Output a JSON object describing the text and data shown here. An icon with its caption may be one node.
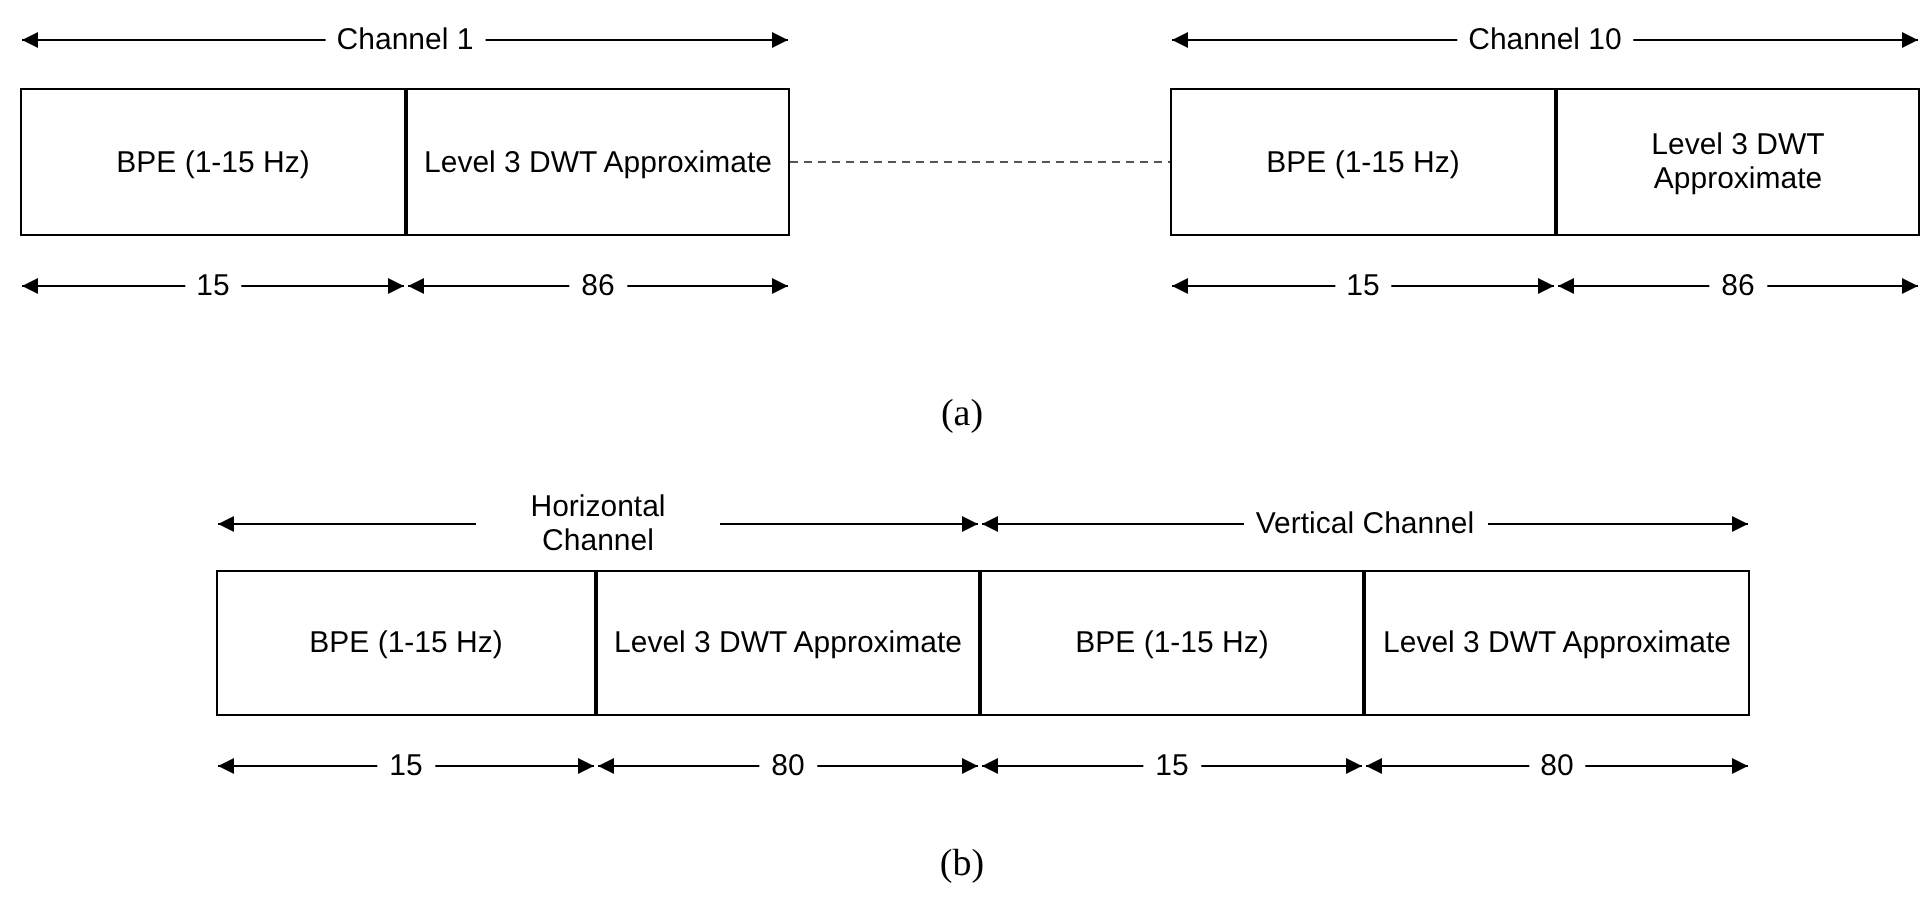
{
  "diagram": {
    "nodes": [
      {
        "text": [
          "BPE (1-15 Hz)"
        ]
      },
      {
        "text": [
          "Level 3 DWT Approximate"
        ]
      },
      {
        "text": [
          "BPE (1-15 Hz)"
        ]
      },
      {
        "text": [
          "Level 3 DWT Approximate"
        ]
      },
      {
        "text": [
          "BPE (1-15 Hz)"
        ]
      },
      {
        "text": [
          "Level 3 DWT Approximate"
        ]
      },
      {
        "text": [
          "BPE (1-15 Hz)"
        ]
      },
      {
        "text": [
          "Level 3 DWT Approximate"
        ]
      }
    ],
    "edges": [
      {
        "from": 1,
        "to": 2,
        "arrow": "none",
        "style": "dashed"
      }
    ],
    "labels": [
      "Channel 1",
      "Channel 10",
      "15",
      "86",
      "15",
      "86",
      "(a)",
      "Horizontal Channel",
      "Vertical Channel",
      "15",
      "80",
      "15",
      "80",
      "(b)"
    ]
  }
}
